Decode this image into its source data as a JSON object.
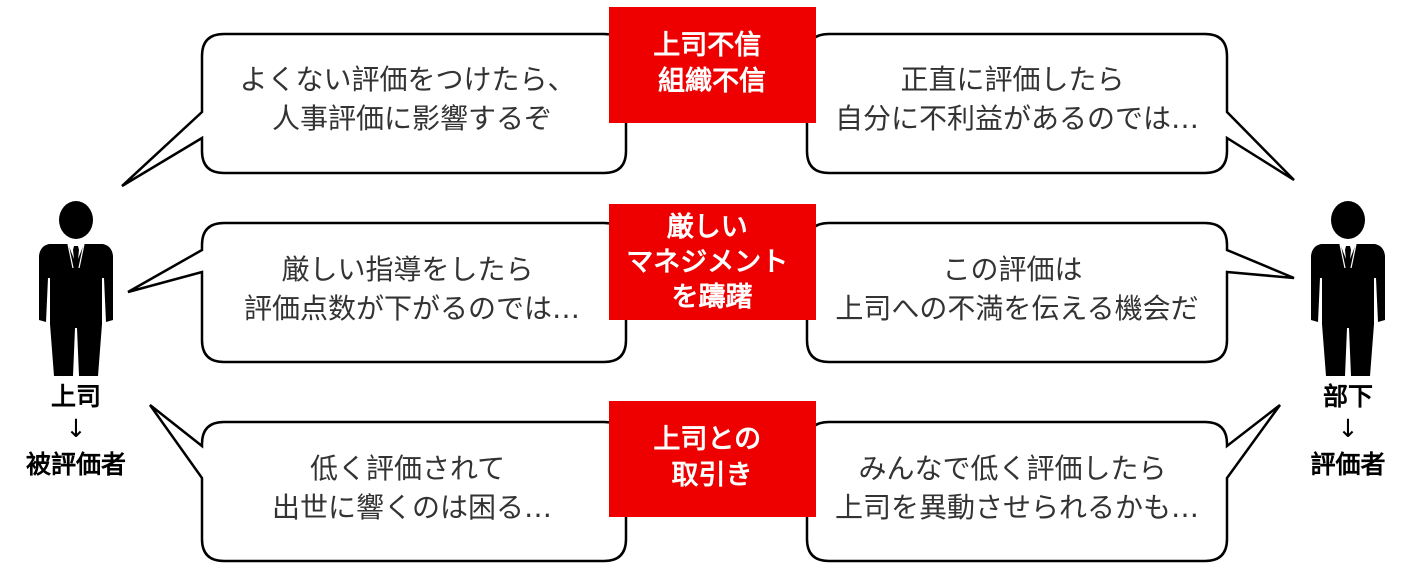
{
  "bubbles": {
    "row1_left": [
      "よくない評価をつけたら、",
      "人事評価に影響するぞ"
    ],
    "row1_right": [
      "正直に評価したら",
      "自分に不利益があるのでは…"
    ],
    "row2_left": [
      "厳しい指導をしたら",
      "評価点数が下がるのでは…"
    ],
    "row2_right": [
      "この評価は",
      "上司への不満を伝える機会だ"
    ],
    "row3_left": [
      "低く評価されて",
      "出世に響くのは困る…"
    ],
    "row3_right": [
      "みんなで低く評価したら",
      "上司を異動させられるかも…"
    ]
  },
  "tags": {
    "row1": [
      "上司不信",
      "組織不信"
    ],
    "row2": [
      "厳しい",
      "マネジメント",
      "を躊躇"
    ],
    "row3": [
      "上司との",
      "取引き"
    ]
  },
  "people": {
    "left": {
      "role": "上司",
      "arrow": "↓",
      "label": "被評価者"
    },
    "right": {
      "role": "部下",
      "arrow": "↓",
      "label": "評価者"
    }
  },
  "colors": {
    "tag_bg": "#ee0000",
    "tag_text": "#ffffff",
    "bubble_border": "#000000",
    "bubble_text": "#333333",
    "person": "#000000"
  },
  "icons": {
    "person": "businessman-icon"
  }
}
